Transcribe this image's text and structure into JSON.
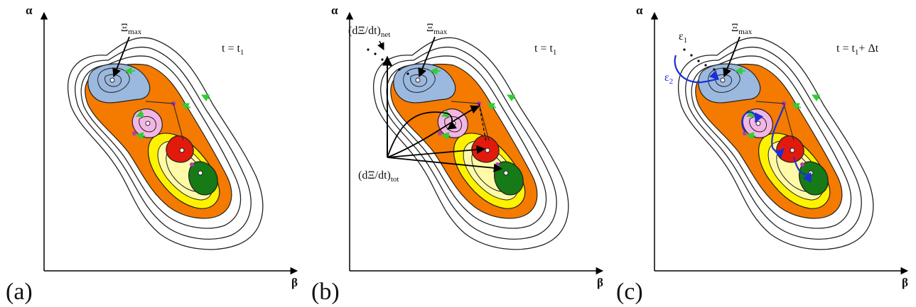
{
  "panels": [
    {
      "id": "a",
      "label": "(a)",
      "time": "t = t",
      "time_sub": "1",
      "time_extra": "",
      "xi_max": "Ξ",
      "xi_max_sub": "max",
      "y_axis": "α",
      "x_axis": "β"
    },
    {
      "id": "b",
      "label": "(b)",
      "time": "t = t",
      "time_sub": "1",
      "time_extra": "",
      "xi_max": "Ξ",
      "xi_max_sub": "max",
      "y_axis": "α",
      "x_axis": "β",
      "net_label": "(dΞ/dt)",
      "net_sub": "net",
      "tot_label": "(dΞ/dt)",
      "tot_sub": "tot"
    },
    {
      "id": "c",
      "label": "(c)",
      "time": "t = t",
      "time_sub": "1",
      "time_extra": "+ Δt",
      "xi_max": "Ξ",
      "xi_max_sub": "max",
      "y_axis": "α",
      "x_axis": "β",
      "eps1": "ε",
      "eps1_sub": "1",
      "eps2": "ε",
      "eps2_sub": "2"
    }
  ],
  "colors": {
    "outer_line": "#222222",
    "orange": "#f47a00",
    "yellow": "#fff200",
    "light_yellow": "#fffaa8",
    "blue_region": "#9bb8de",
    "pink_region": "#f2b6e4",
    "red_region": "#e11a0c",
    "green_region": "#167a16",
    "arrow_green": "#33cc33",
    "node_purple": "#b03fb0",
    "path_blue": "#1a2fd6"
  }
}
